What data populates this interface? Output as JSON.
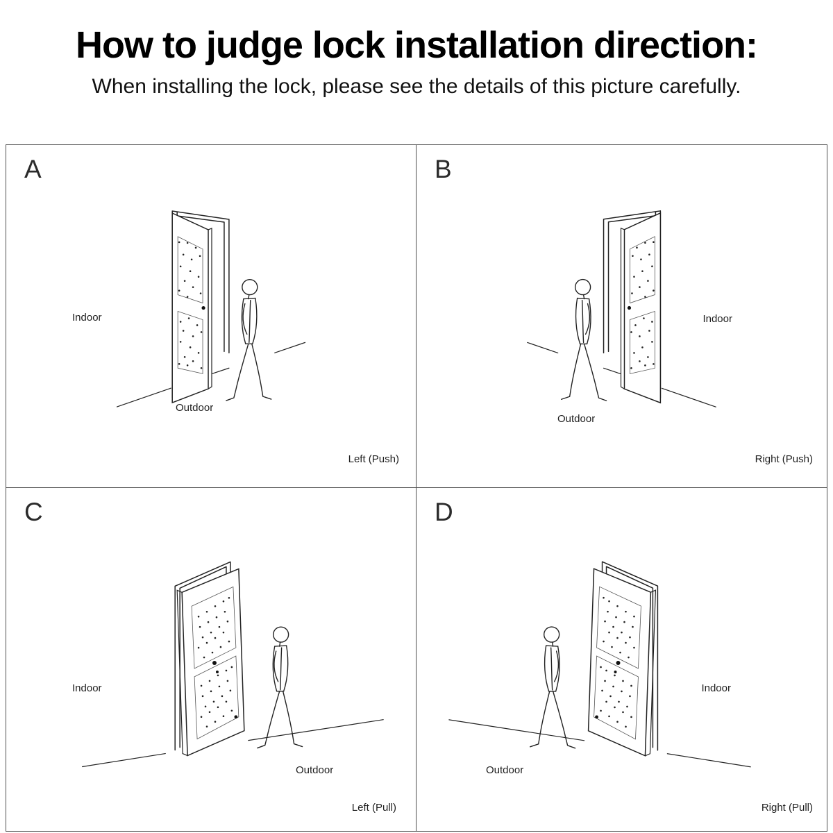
{
  "header": {
    "title": "How to judge lock installation direction:",
    "subtitle": "When installing the lock, please see the details of this picture carefully."
  },
  "panels": [
    {
      "letter": "A",
      "indoor_label": "Indoor",
      "outdoor_label": "Outdoor",
      "direction_label": "Left (Push)"
    },
    {
      "letter": "B",
      "indoor_label": "Indoor",
      "outdoor_label": "Outdoor",
      "direction_label": "Right (Push)"
    },
    {
      "letter": "C",
      "indoor_label": "Indoor",
      "outdoor_label": "Outdoor",
      "direction_label": "Left (Pull)"
    },
    {
      "letter": "D",
      "indoor_label": "Indoor",
      "outdoor_label": "Outdoor",
      "direction_label": "Right (Pull)"
    }
  ],
  "colors": {
    "line_art": "#222222",
    "grid_border": "#4d4d4d",
    "text": "#111111",
    "background": "#ffffff"
  }
}
